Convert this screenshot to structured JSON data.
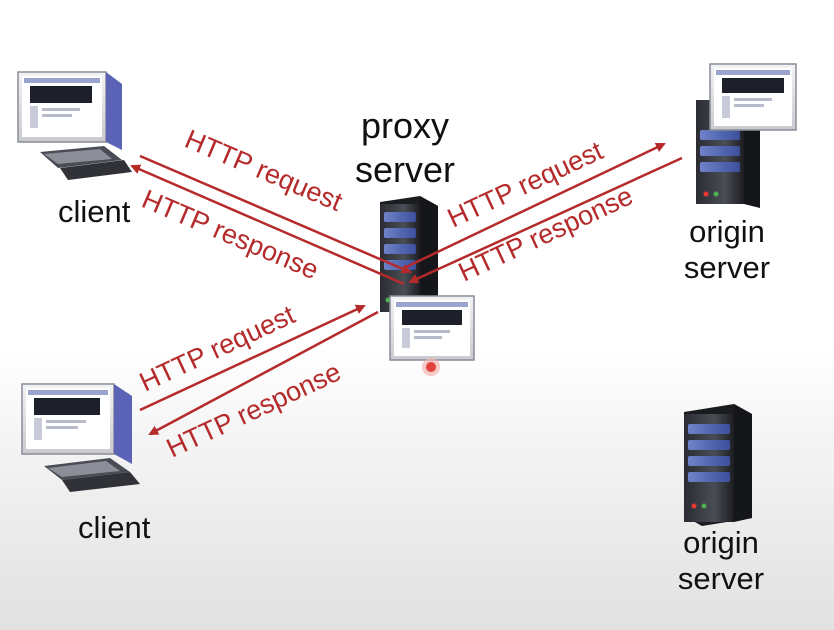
{
  "labels": {
    "client_top": "client",
    "client_bottom": "client",
    "proxy_line1": "proxy",
    "proxy_line2": "server",
    "origin_top_line1": "origin",
    "origin_top_line2": "server",
    "origin_bottom_line1": "origin",
    "origin_bottom_line2": "server"
  },
  "arrows": {
    "left_top_request": "HTTP request",
    "left_top_response": "HTTP response",
    "right_request": "HTTP request",
    "right_response": "HTTP response",
    "left_bottom_request": "HTTP request",
    "left_bottom_response": "HTTP response"
  },
  "colors": {
    "arrow": "#b52a2a",
    "arrow_text": "#b52a2a",
    "cursor_dot": "#e0443c"
  }
}
